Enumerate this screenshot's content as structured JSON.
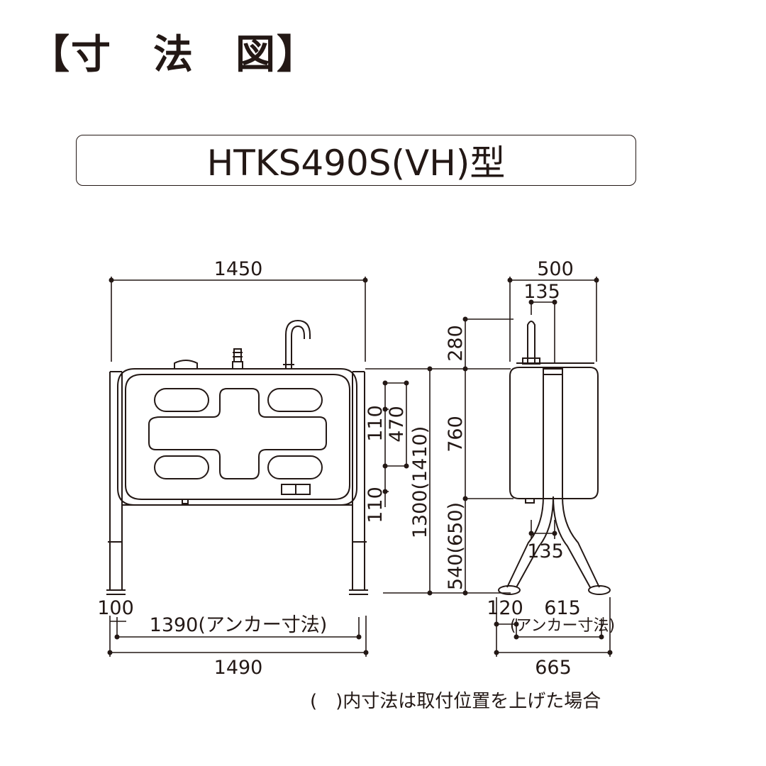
{
  "header": {
    "title": "【寸　法　図】"
  },
  "model": {
    "label": "HTKS490S(VH)型"
  },
  "front_view": {
    "width_total": "1450",
    "base_width": "1490",
    "anchor_width": "1390(アンカー寸法)",
    "leg_offset": "100",
    "vert_110_top": "110",
    "vert_470": "470",
    "vert_110_bottom": "110",
    "vert_1300_1410": "1300(1410)"
  },
  "side_view": {
    "width_500": "500",
    "nozzle_135": "135",
    "height_280": "280",
    "height_760": "760",
    "height_540_650": "540(650)",
    "leg_135": "135",
    "foot_120": "120",
    "anchor_615": "615",
    "anchor_note": "(アンカー寸法)",
    "base_665": "665"
  },
  "footnote": "(　)内寸法は取付位置を上げた場合"
}
